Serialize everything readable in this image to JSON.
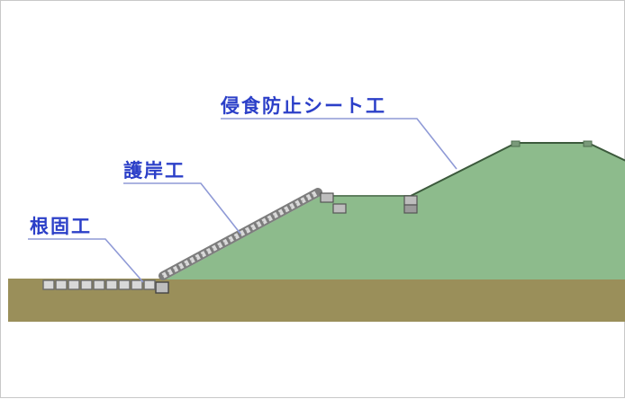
{
  "labels": {
    "sheet": "侵食防止シート工",
    "revetment": "護岸工",
    "footing": "根固工"
  },
  "colors": {
    "ground": "#9a8f5a",
    "embankment": "#8dbb8c",
    "label_text": "#2b3fc8",
    "leader": "#8f9ad6",
    "frame": "#c8c8c8"
  }
}
